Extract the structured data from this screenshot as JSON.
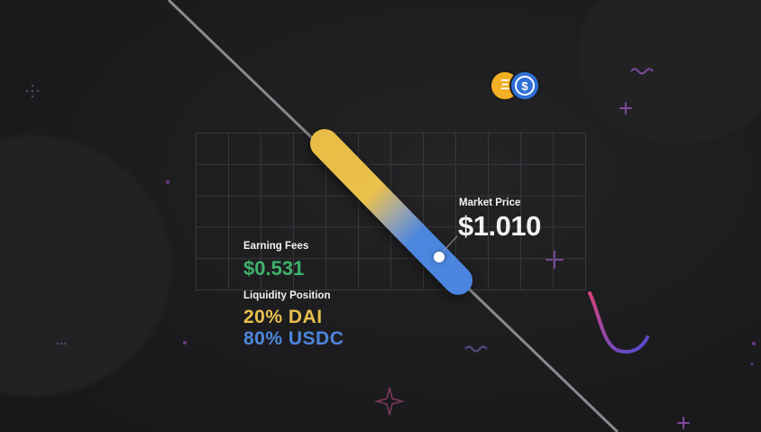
{
  "market": {
    "label": "Market Price",
    "value": "$1.010"
  },
  "fees": {
    "label": "Earning Fees",
    "value": "$0.531"
  },
  "liquidity": {
    "label": "Liquidity Position",
    "dai": "20% DAI",
    "usdc": "80% USDC"
  },
  "tokens": [
    {
      "name": "dai-coin-icon",
      "glyph": "Ξ"
    },
    {
      "name": "usdc-coin-icon",
      "glyph": "$"
    }
  ],
  "colors": {
    "background": "#1c1c1e",
    "dai": "#e9c04e",
    "usdc": "#4d86de",
    "fees": "#3fb26a",
    "text": "#f2f2f2"
  }
}
